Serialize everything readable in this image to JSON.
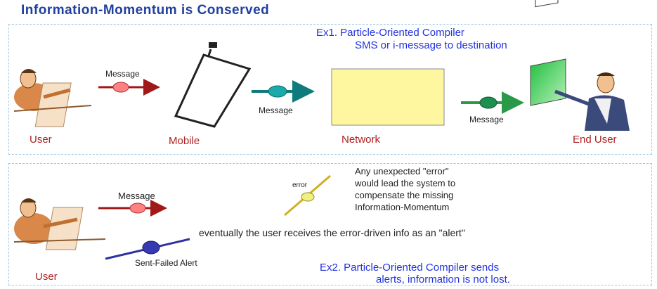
{
  "title": "Information-Momentum is Conserved",
  "example1": {
    "heading_line1": "Ex1. Particle-Oriented Compiler",
    "heading_line2": "SMS or i-message to destination",
    "nodes": {
      "user": "User",
      "mobile": "Mobile",
      "network": "Network",
      "end_user": "End User"
    },
    "message_labels": [
      "Message",
      "Message",
      "Message"
    ]
  },
  "example2": {
    "message_label": "Message",
    "error_label": "error",
    "error_note": [
      "Any unexpected \"error\"",
      "would lead the system to",
      "compensate the missing",
      "Information-Momentum"
    ],
    "user_label": "User",
    "alert_label": "Sent-Failed Alert",
    "eventual_note": "eventually the user receives the error-driven info as an \"alert\"",
    "footer_line1": "Ex2. Particle-Oriented Compiler sends",
    "footer_line2": "alerts, information is not lost."
  },
  "colors": {
    "title": "#2040a0",
    "panel_border": "#9ec9df",
    "blue_text": "#2233dd",
    "red_text": "#b02020",
    "message_red": "#ff7b7b",
    "message_teal": "#16a0a0",
    "message_green": "#1d8f50",
    "network_fill": "#fff7a0",
    "alert_blue": "#3030a0",
    "error_yellow": "#f0f080"
  }
}
